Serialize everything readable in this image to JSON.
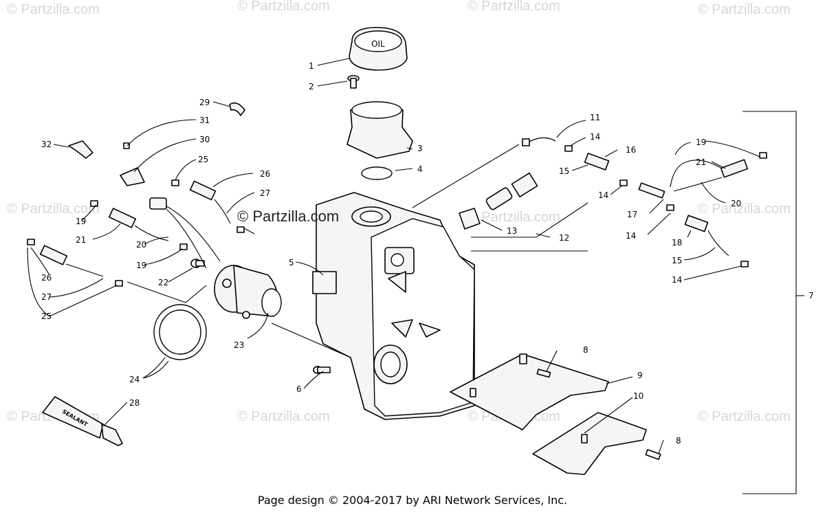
{
  "watermark": "© Partzilla.com",
  "watermark_main": "© Partzilla.com",
  "sealant_label": "SEALANT",
  "cap_text": "OIL",
  "footer": "Page design © 2004-2017 by ARI Network Services, Inc.",
  "callouts": {
    "c1": "1",
    "c2": "2",
    "c3": "3",
    "c4": "4",
    "c5": "5",
    "c6": "6",
    "c7": "7",
    "c8a": "8",
    "c8b": "8",
    "c9": "9",
    "c10": "10",
    "c11": "11",
    "c12": "12",
    "c13": "13",
    "c14a": "14",
    "c14b": "14",
    "c14c": "14",
    "c14d": "14",
    "c15a": "15",
    "c15b": "15",
    "c16": "16",
    "c17": "17",
    "c18": "18",
    "c19a": "19",
    "c19b": "19",
    "c19c": "19",
    "c20a": "20",
    "c20b": "20",
    "c21a": "21",
    "c21b": "21",
    "c22": "22",
    "c23": "23",
    "c24": "24",
    "c25a": "25",
    "c25b": "25",
    "c26a": "26",
    "c26b": "26",
    "c27a": "27",
    "c27b": "27",
    "c28": "28",
    "c29": "29",
    "c30": "30",
    "c31": "31",
    "c32": "32"
  }
}
